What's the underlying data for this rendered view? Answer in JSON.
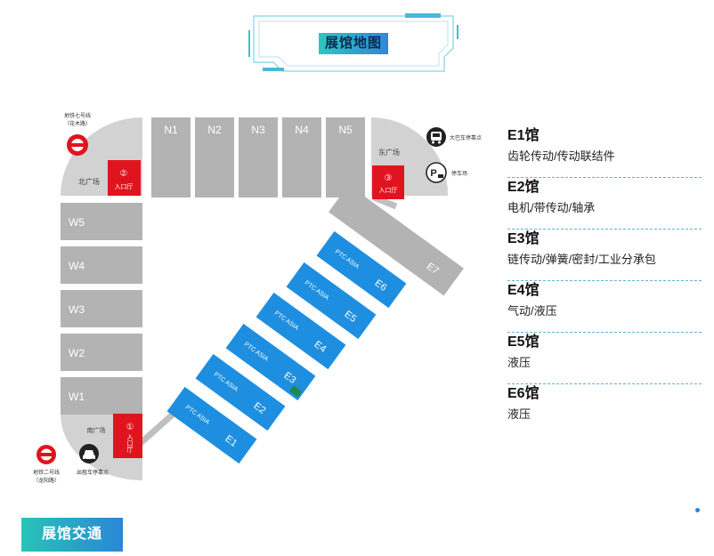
{
  "header": {
    "title": "展馆地图"
  },
  "map": {
    "north_halls": [
      "N1",
      "N2",
      "N3",
      "N4",
      "N5"
    ],
    "west_halls": [
      "W5",
      "W4",
      "W3",
      "W2",
      "W1"
    ],
    "east_halls": [
      {
        "code": "E1",
        "brand": "PTC ASIA"
      },
      {
        "code": "E2",
        "brand": "PTC ASIA"
      },
      {
        "code": "E3",
        "brand": "PTC ASIA"
      },
      {
        "code": "E4",
        "brand": "PTC ASIA"
      },
      {
        "code": "E5",
        "brand": "PTC ASIA"
      },
      {
        "code": "E6",
        "brand": "PTC ASIA"
      }
    ],
    "hall_e7": "E7",
    "north_plaza": "北广场",
    "east_plaza": "东广场",
    "south_plaza": "南广场",
    "entrance_1": {
      "num": "①",
      "label": "入口厅"
    },
    "entrance_2": {
      "num": "②",
      "label": "入口厅"
    },
    "entrance_3": {
      "num": "③",
      "label": "入口厅"
    },
    "metro7_line1": "地铁七号线",
    "metro7_line2": "（花木路）",
    "metro2_line1": "地铁二号线",
    "metro2_line2": "（龙阳路）",
    "bus_stop": "大巴车停靠点",
    "parking": "停车场",
    "taxi_stop": "出租车停靠点",
    "colors": {
      "hall_gray": "#b3b3b3",
      "hall_blue": "#1e8fe0",
      "entrance_red": "#e0141e",
      "plaza_gray": "#d2d2d2"
    }
  },
  "legend": [
    {
      "name": "E1馆",
      "desc": "齿轮传动/传动联结件"
    },
    {
      "name": "E2馆",
      "desc": "电机/带传动/轴承"
    },
    {
      "name": "E3馆",
      "desc": "链传动/弹簧/密封/工业分承包"
    },
    {
      "name": "E4馆",
      "desc": "气动/液压"
    },
    {
      "name": "E5馆",
      "desc": "液压"
    },
    {
      "name": "E6馆",
      "desc": "液压"
    }
  ],
  "footer": {
    "traffic_title": "展馆交通"
  }
}
